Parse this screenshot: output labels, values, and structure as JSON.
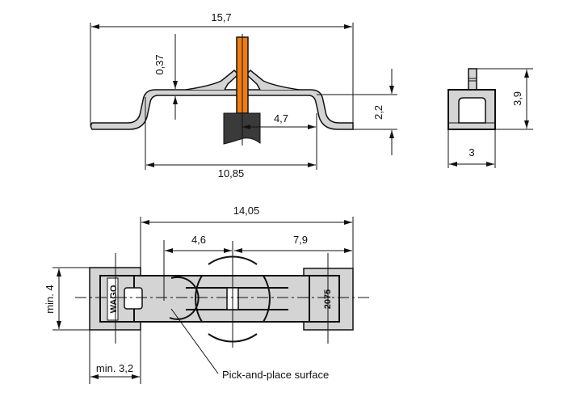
{
  "front_view": {
    "width_total": "15,7",
    "thickness": "0,37",
    "pin_offset": "4,7",
    "inner_width": "10,85",
    "height": "2,2"
  },
  "side_view": {
    "height": "3,9",
    "width": "3"
  },
  "top_view": {
    "length": "14,05",
    "pick_offset": "4,6",
    "right_offset": "7,9",
    "pad_width": "min. 4",
    "pad_length": "min. 3,2",
    "callout": "Pick-and-place surface",
    "logo_text": "WAGO",
    "part_number": "2075"
  },
  "colors": {
    "pin": "#f07d12",
    "block": "#3a3a3a",
    "body": "#d4d4d4"
  }
}
